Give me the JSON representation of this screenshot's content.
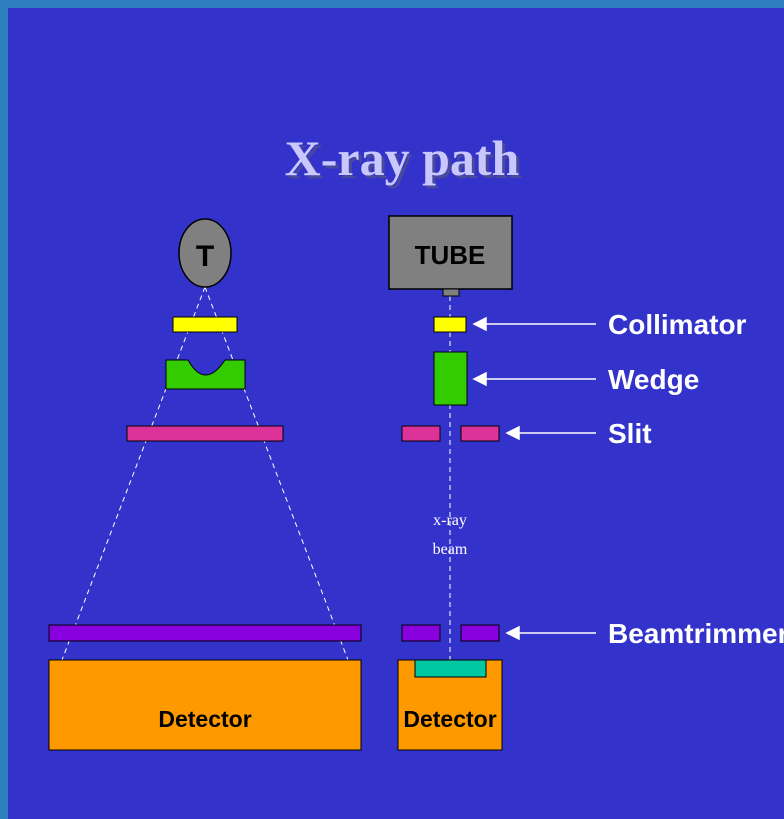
{
  "title": "X-ray path",
  "left_view": {
    "source_label": "T",
    "detector_label": "Detector"
  },
  "right_view": {
    "tube_label": "TUBE",
    "beam_label_line1": "x-ray",
    "beam_label_line2": "beam",
    "detector_label": "Detector"
  },
  "labels": {
    "collimator": "Collimator",
    "wedge": "Wedge",
    "slit": "Slit",
    "beamtrimmer": "Beamtrimmer"
  },
  "colors": {
    "background": "#3333cc",
    "border": "#2f7fbf",
    "collimator": "#ffff00",
    "wedge": "#33cc00",
    "slit": "#dd3399",
    "beamtrimmer": "#8800dd",
    "detector": "#ff9900",
    "sensor": "#00c8a0",
    "tube": "#808080",
    "text": "#ffffff",
    "title": "#c8c8ff"
  }
}
